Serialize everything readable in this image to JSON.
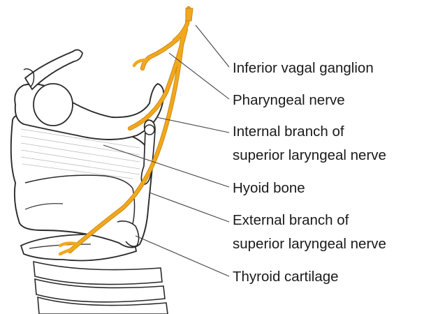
{
  "labels": {
    "inferior_vagal_ganglion": "Inferior vagal ganglion",
    "pharyngeal_nerve": "Pharyngeal nerve",
    "internal_branch_line1": "Internal branch of",
    "internal_branch_line2": "superior laryngeal nerve",
    "hyoid_bone": "Hyoid bone",
    "external_branch_line1": "External branch of",
    "external_branch_line2": "superior laryngeal nerve",
    "thyroid_cartilage": "Thyroid cartilage"
  },
  "colors": {
    "nerve": "#f2a81d",
    "nerve_outline": "#c9850e",
    "outline": "#2a2a2a",
    "leader": "#444444",
    "cartilage_fill": "#ffffff",
    "shading": "#bdbdbd"
  }
}
